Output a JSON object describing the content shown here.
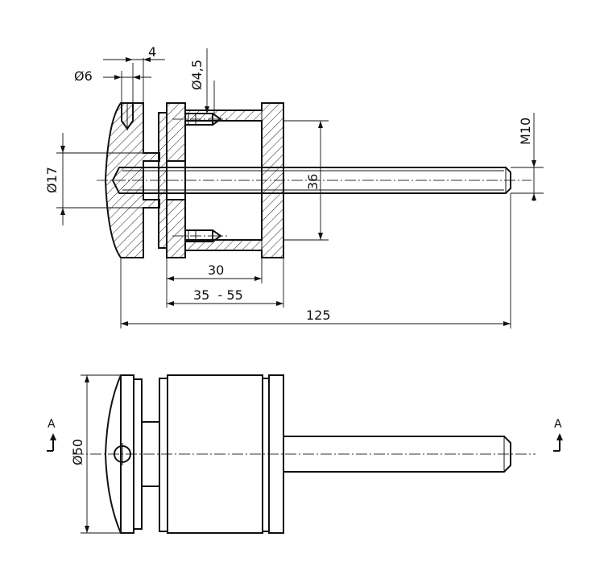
{
  "dimensions": {
    "d_head_hole": "Ø6",
    "wall_thickness": "4",
    "d_screw": "Ø4,5",
    "d_collar": "Ø17",
    "thread": "M10",
    "inner_width": "36",
    "body_length": "30",
    "glass_range": "35  - 55",
    "total_length": "125",
    "d_outer": "Ø50"
  },
  "section_labels": {
    "left": "A",
    "right": "A"
  }
}
